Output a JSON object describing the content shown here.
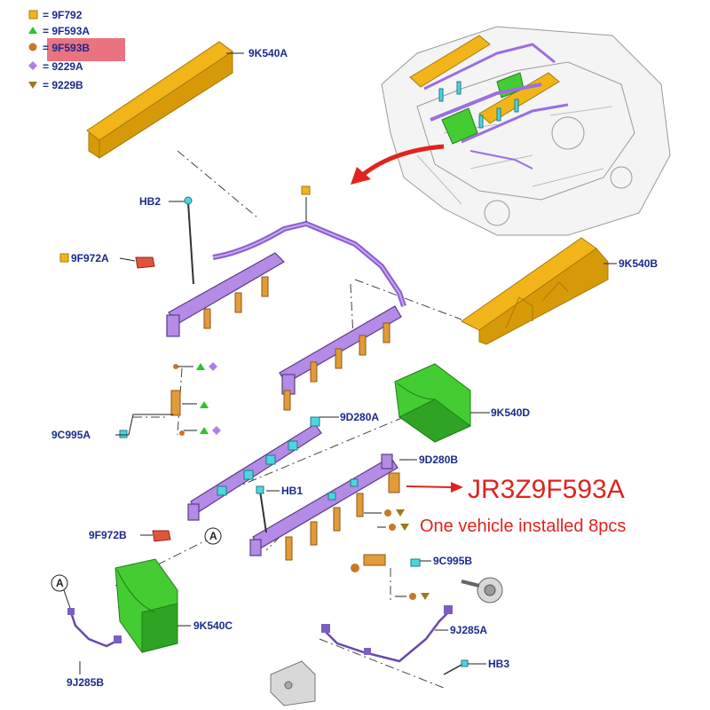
{
  "legend": [
    {
      "symbol": "square",
      "color": "#f1b51a",
      "text": "= 9F792"
    },
    {
      "symbol": "triangle",
      "color": "#2fc12a",
      "text": "= 9F593A"
    },
    {
      "symbol": "circle",
      "color": "#c8772a",
      "text": "= 9F593B"
    },
    {
      "symbol": "diamond",
      "color": "#b07ee6",
      "text": "= 9229A"
    },
    {
      "symbol": "triangle-down",
      "color": "#9a7a18",
      "text": "= 9229B"
    }
  ],
  "labels": {
    "k540a": "9K540A",
    "k540b": "9K540B",
    "k540c": "9K540C",
    "k540d": "9K540D",
    "hb1": "HB1",
    "hb2": "HB2",
    "hb3": "HB3",
    "f972a": "9F972A",
    "f972b": "9F972B",
    "c995a": "9C995A",
    "c995b": "9C995B",
    "d280a": "9D280A",
    "d280b": "9D280B",
    "j285a": "9J285A",
    "j285b": "9J285B",
    "callout_a_1": "A",
    "callout_a_2": "A"
  },
  "overlay": {
    "part_number": "JR3Z9F593A",
    "note": "One vehicle installed 8pcs",
    "color": "#e0231e"
  }
}
